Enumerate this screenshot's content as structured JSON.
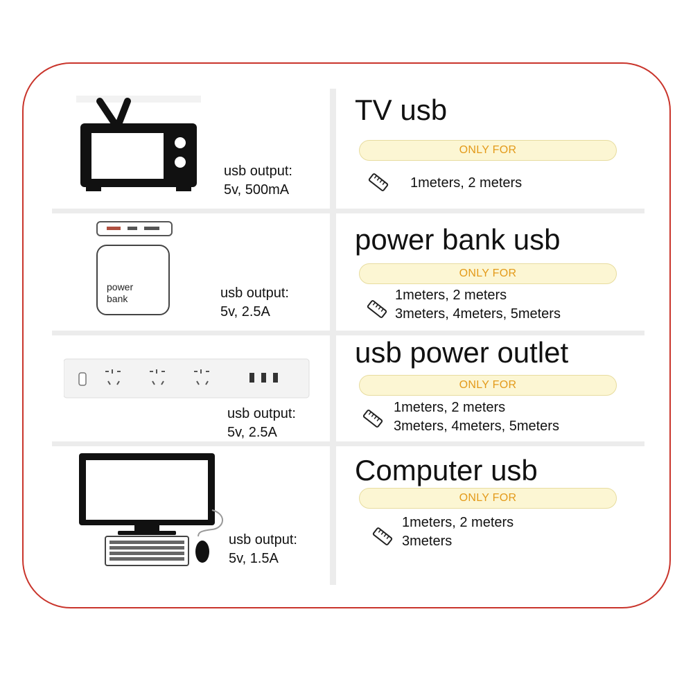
{
  "rows": [
    {
      "id": "tv",
      "device_icon": "tv-icon",
      "spec_label": "usb output:",
      "spec_value": "5v, 500mA",
      "title": "TV usb",
      "only_for": "ONLY FOR",
      "lengths": [
        "1meters, 2 meters"
      ]
    },
    {
      "id": "power-bank",
      "device_icon": "power-bank-icon",
      "device_text": [
        "power",
        "bank"
      ],
      "spec_label": "usb output:",
      "spec_value": "5v, 2.5A",
      "title": "power bank usb",
      "only_for": "ONLY FOR",
      "lengths": [
        "1meters, 2 meters",
        "3meters, 4meters, 5meters"
      ]
    },
    {
      "id": "power-outlet",
      "device_icon": "power-strip-icon",
      "spec_label": "usb output:",
      "spec_value": "5v, 2.5A",
      "title": "usb power outlet",
      "only_for": "ONLY FOR",
      "lengths": [
        "1meters, 2 meters",
        "3meters, 4meters, 5meters"
      ]
    },
    {
      "id": "computer",
      "device_icon": "computer-icon",
      "spec_label": "usb output:",
      "spec_value": "5v,  1.5A",
      "title": "Computer usb",
      "only_for": "ONLY FOR",
      "lengths": [
        "1meters, 2 meters",
        "3meters"
      ]
    }
  ],
  "colors": {
    "frame": "#c9342b",
    "pill_fill": "#fcf6d3",
    "pill_border": "#e7dc9f",
    "pill_text": "#e39a1a",
    "divider": "#ececec"
  }
}
